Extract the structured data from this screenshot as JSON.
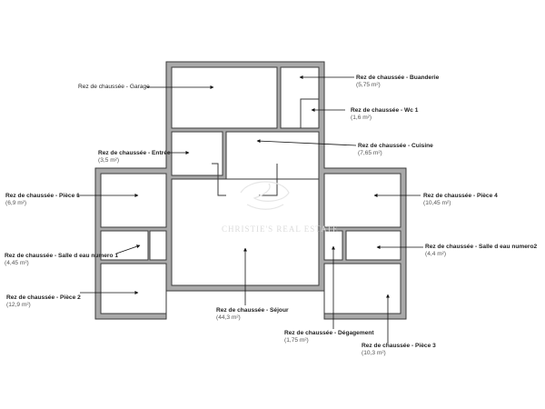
{
  "labels": {
    "garage": {
      "prefix": "Rez de chaussée",
      "name": "Garage",
      "area": ""
    },
    "buanderie": {
      "prefix": "Rez de chaussée",
      "name": "Buanderie",
      "area": "(5,75 m²)"
    },
    "wc1": {
      "prefix": "Rez de chaussée",
      "name": "Wc 1",
      "area": "(1,6 m²)"
    },
    "entree": {
      "prefix": "Rez de chaussée",
      "name": "Entrée",
      "area": "(3,5 m²)"
    },
    "cuisine": {
      "prefix": "Rez de chaussée",
      "name": "Cuisine",
      "area": "(7,65 m²)"
    },
    "piece1": {
      "prefix": "Rez de chaussée",
      "name": "Pièce 1",
      "area": "(6,9 m²)"
    },
    "piece4": {
      "prefix": "Rez de chaussée",
      "name": "Pièce 4",
      "area": "(10,45 m²)"
    },
    "sde1": {
      "prefix": "Rez de chaussée",
      "name": "Salle d eau numero 1",
      "area": "(4,45 m²)"
    },
    "sde2": {
      "prefix": "Rez de chaussée",
      "name": "Salle d eau numero2",
      "area": "(4,4 m²)"
    },
    "piece2": {
      "prefix": "Rez de chaussée",
      "name": "Pièce 2",
      "area": "(12,9 m²)"
    },
    "sejour": {
      "prefix": "Rez de chaussée",
      "name": "Séjour",
      "area": "(44,3 m²)"
    },
    "degagement": {
      "prefix": "Rez de chaussée",
      "name": "Dégagement",
      "area": "(1,75 m²)"
    },
    "piece3": {
      "prefix": "Rez de chaussée",
      "name": "Pièce 3",
      "area": "(10,3 m²)"
    }
  },
  "separator": " - ",
  "watermark_text": "CHRISTIE'S REAL ESTATE",
  "colors": {
    "wall": "#a9a9a9",
    "line": "#3a3a3a",
    "text": "#222222"
  }
}
